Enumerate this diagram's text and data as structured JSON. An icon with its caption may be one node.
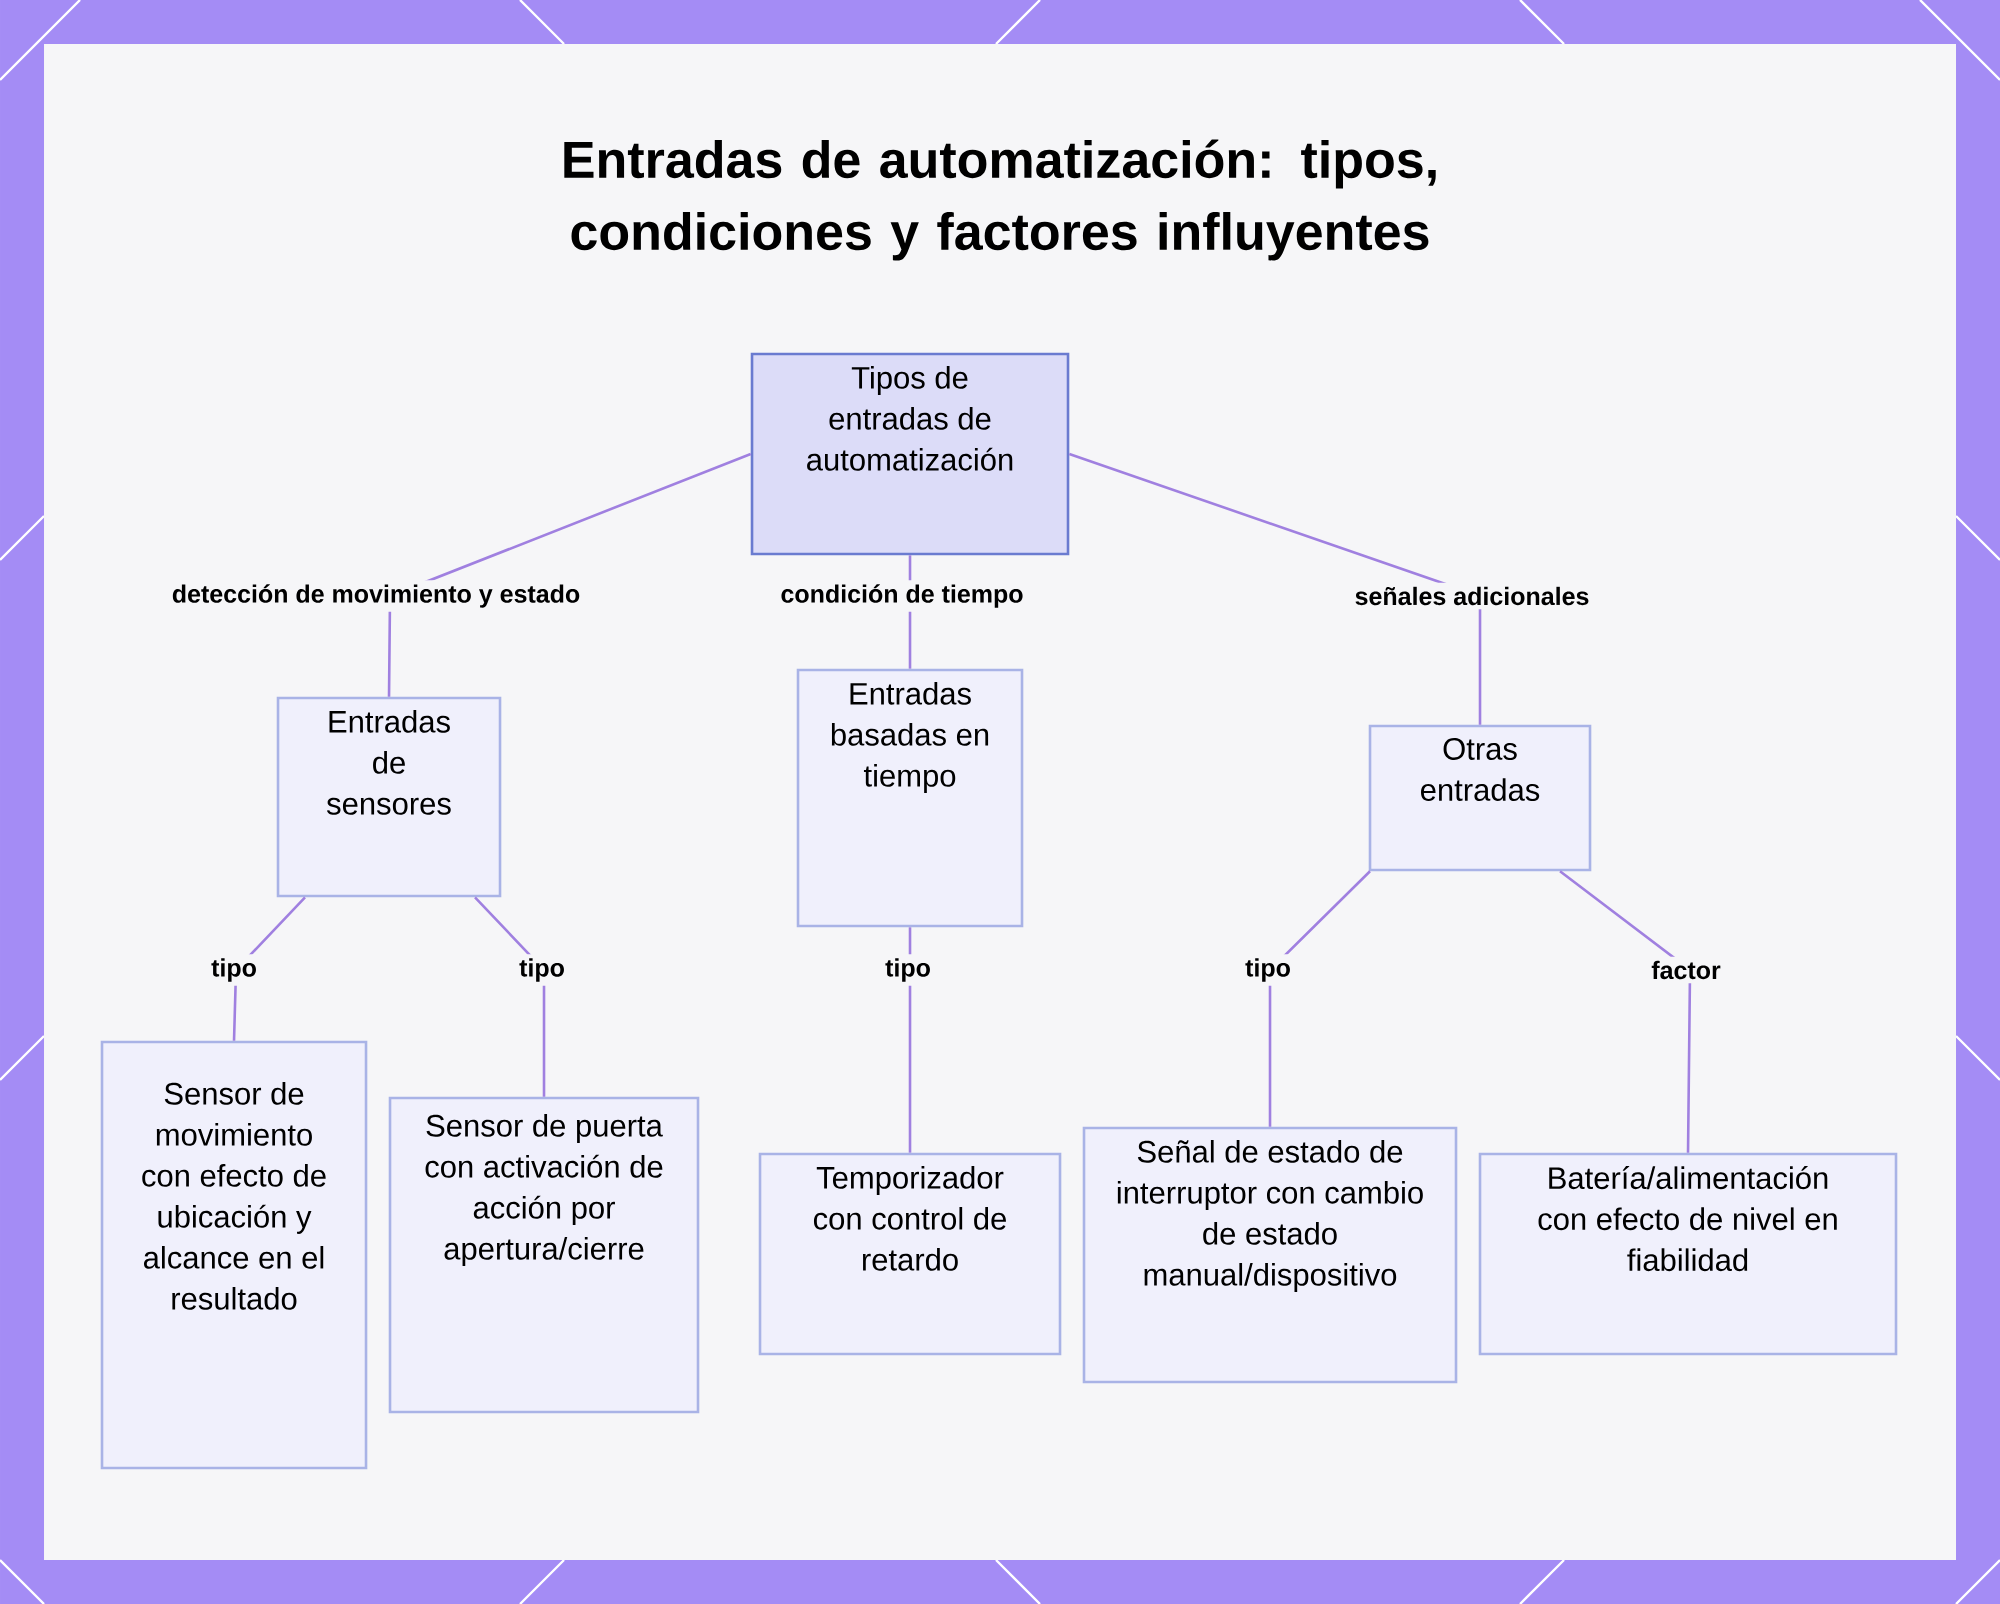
{
  "diagram": {
    "title": "Entradas de automatización: tipos, condiciones y factores influyentes",
    "nodes": [
      {
        "text": [
          "Tipos de entradas de automatización"
        ]
      },
      {
        "text": [
          "Entradas de sensores"
        ]
      },
      {
        "text": [
          "Entradas basadas en tiempo"
        ]
      },
      {
        "text": [
          "Otras entradas"
        ]
      },
      {
        "text": [
          "Sensor de movimiento con efecto de ubicación y alcance en el resultado"
        ]
      },
      {
        "text": [
          "Sensor de puerta con activación de acción por apertura/cierre"
        ]
      },
      {
        "text": [
          "Temporizador con control de retardo"
        ]
      },
      {
        "text": [
          "Señal de estado de interruptor con cambio de estado manual/dispositivo"
        ]
      },
      {
        "text": [
          "Batería/alimentación con efecto de nivel en fiabilidad"
        ]
      }
    ],
    "edges": [
      {
        "from": 0,
        "to": 1,
        "arrow": "none",
        "label": "detección de movimiento y estado"
      },
      {
        "from": 0,
        "to": 2,
        "arrow": "none",
        "label": "condición de tiempo"
      },
      {
        "from": 0,
        "to": 3,
        "arrow": "none",
        "label": "señales adicionales"
      },
      {
        "from": 1,
        "to": 4,
        "arrow": "none",
        "label": "tipo"
      },
      {
        "from": 1,
        "to": 5,
        "arrow": "none",
        "label": "tipo"
      },
      {
        "from": 2,
        "to": 6,
        "arrow": "none",
        "label": "tipo"
      },
      {
        "from": 3,
        "to": 7,
        "arrow": "none",
        "label": "tipo"
      },
      {
        "from": 3,
        "to": 8,
        "arrow": "none",
        "label": "factor"
      }
    ]
  }
}
